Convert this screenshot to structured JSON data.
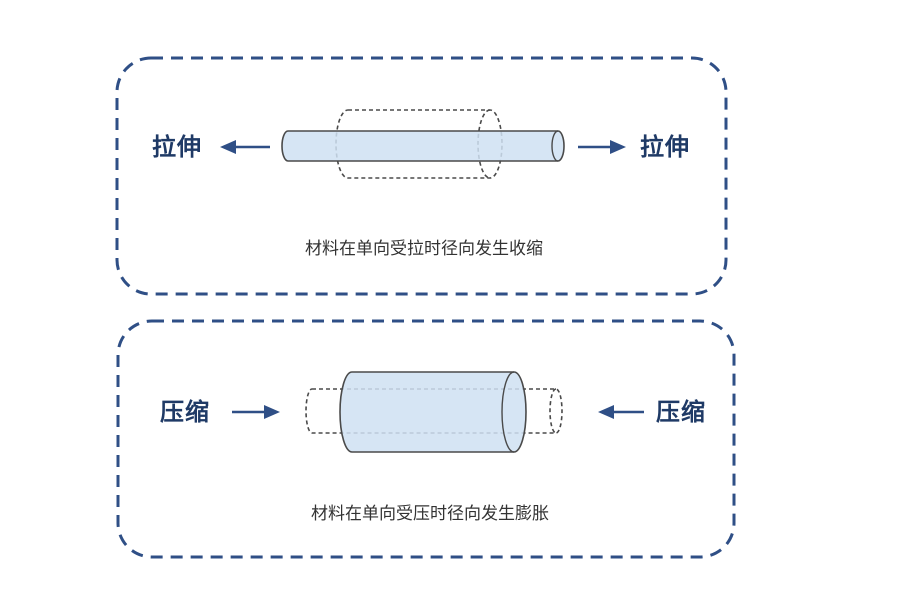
{
  "panels": [
    {
      "left_label": "拉伸",
      "right_label": "拉伸",
      "caption": "材料在单向受拉时径向发生收缩"
    },
    {
      "left_label": "压缩",
      "right_label": "压缩",
      "caption": "材料在单向受压时径向发生膨胀"
    }
  ],
  "colors": {
    "border": "#2f4f86",
    "rod_fill": "#cfe0f2",
    "rod_stroke": "#4a4a4a",
    "arrow": "#2f4f86",
    "label": "#1f3a66"
  }
}
